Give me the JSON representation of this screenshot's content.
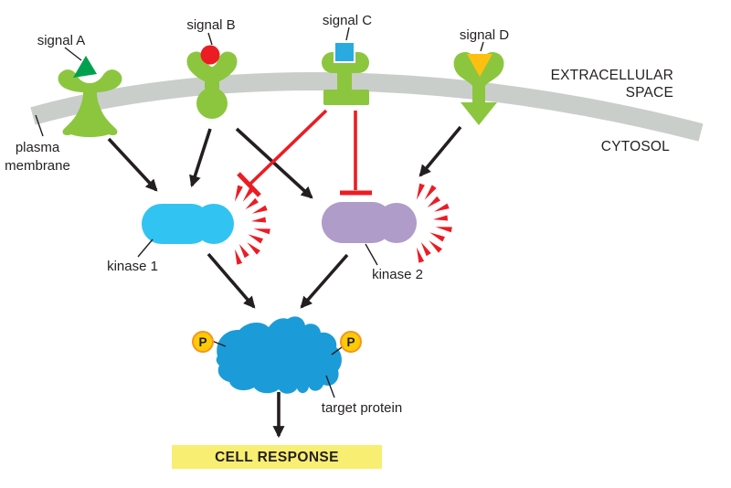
{
  "colors": {
    "ink": "#231F20",
    "receptor_green": "#8CC63E",
    "signal_a_green": "#00A14E",
    "signal_b_red": "#EC1C24",
    "signal_c_blue": "#29ABE2",
    "signal_d_yellow": "#FDC010",
    "membrane_gray": "#C9CECB",
    "kinase1_cyan": "#31C3F2",
    "kinase2_lavender": "#AF9CC9",
    "inhibit_red": "#EC1C24",
    "target_blue": "#1B9CD8",
    "phosphate_yellow": "#FFCB05",
    "phosphate_ring": "#F7941E",
    "response_yellow": "#F8EE71"
  },
  "labels": {
    "signal_a": "signal A",
    "signal_b": "signal B",
    "signal_c": "signal C",
    "signal_d": "signal D",
    "extracellular_line1": "EXTRACELLULAR",
    "extracellular_line2": "SPACE",
    "cytosol": "CYTOSOL",
    "plasma_line1": "plasma",
    "plasma_line2": "membrane",
    "kinase1": "kinase 1",
    "kinase2": "kinase 2",
    "target_protein": "target protein",
    "phosphate": "P",
    "cell_response": "CELL RESPONSE"
  },
  "pathway": {
    "edges": [
      {
        "from": "signal A receptor",
        "to": "kinase 1",
        "type": "activation"
      },
      {
        "from": "signal B receptor",
        "to": "kinase 1",
        "type": "activation"
      },
      {
        "from": "signal B receptor",
        "to": "kinase 2",
        "type": "activation"
      },
      {
        "from": "signal C receptor",
        "to": "kinase 1",
        "type": "inhibition"
      },
      {
        "from": "signal C receptor",
        "to": "kinase 2",
        "type": "inhibition"
      },
      {
        "from": "signal D receptor",
        "to": "kinase 2",
        "type": "activation"
      },
      {
        "from": "kinase 1",
        "to": "target protein",
        "type": "activation"
      },
      {
        "from": "kinase 2",
        "to": "target protein",
        "type": "activation"
      },
      {
        "from": "target protein",
        "to": "CELL RESPONSE",
        "type": "activation"
      }
    ]
  }
}
